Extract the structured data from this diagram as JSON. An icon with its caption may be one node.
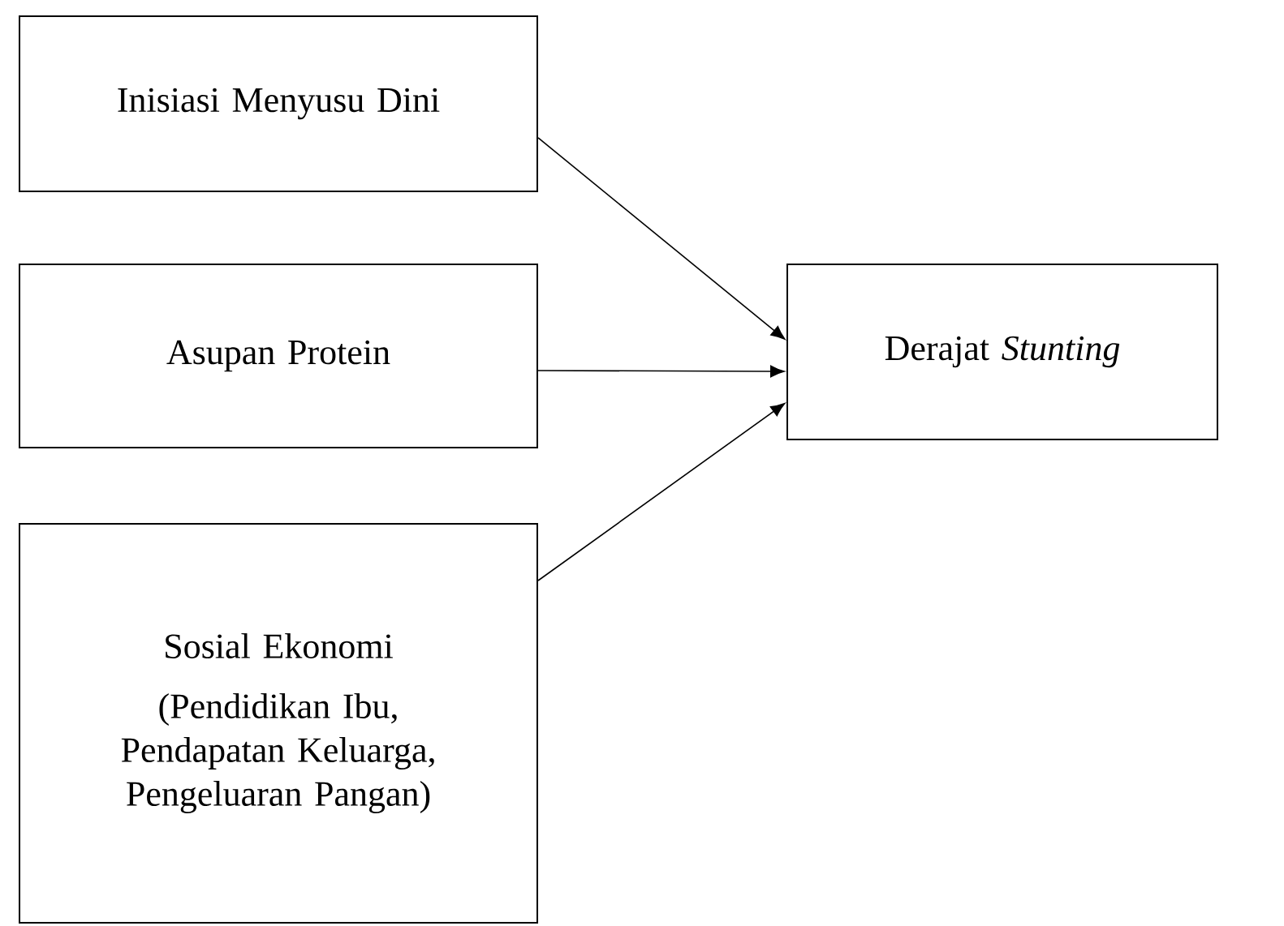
{
  "diagram": {
    "nodes": [
      {
        "text": [
          "Inisiasi Menyusu Dini"
        ]
      },
      {
        "text": [
          "Asupan Protein"
        ]
      },
      {
        "text": [
          "Sosial Ekonomi",
          "(Pendidikan Ibu, Pendapatan Keluarga, Pengeluaran Pangan)"
        ]
      },
      {
        "text": [
          "Derajat *Stunting*"
        ]
      }
    ],
    "edges": [
      {
        "from": 0,
        "to": 3,
        "arrow": "to"
      },
      {
        "from": 1,
        "to": 3,
        "arrow": "to"
      },
      {
        "from": 2,
        "to": 3,
        "arrow": "to"
      }
    ]
  }
}
